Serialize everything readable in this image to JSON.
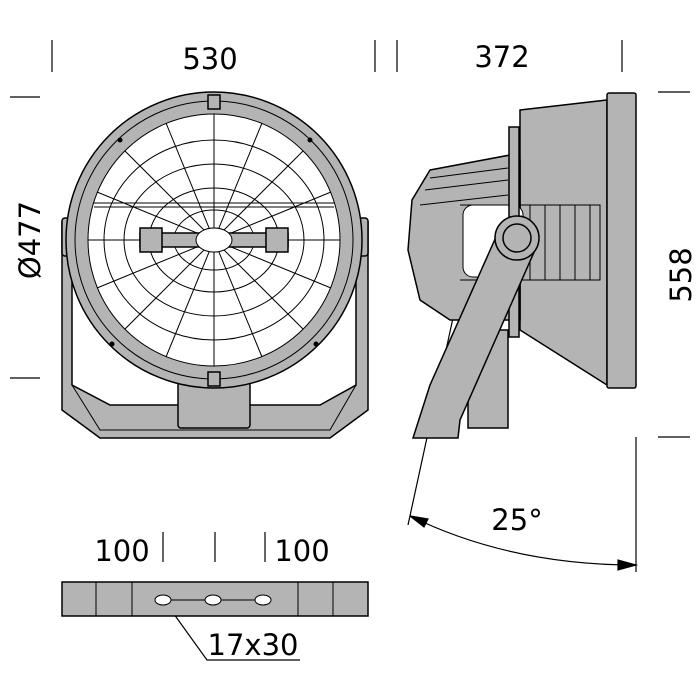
{
  "dimensions": {
    "front_width": "530",
    "side_depth": "372",
    "diameter": "Ø477",
    "height": "558",
    "tilt_angle": "25°",
    "hole_spacing_left": "100",
    "hole_spacing_right": "100",
    "slot_size": "17x30"
  },
  "colors": {
    "body": "#b4b4b4",
    "line": "#000000"
  }
}
